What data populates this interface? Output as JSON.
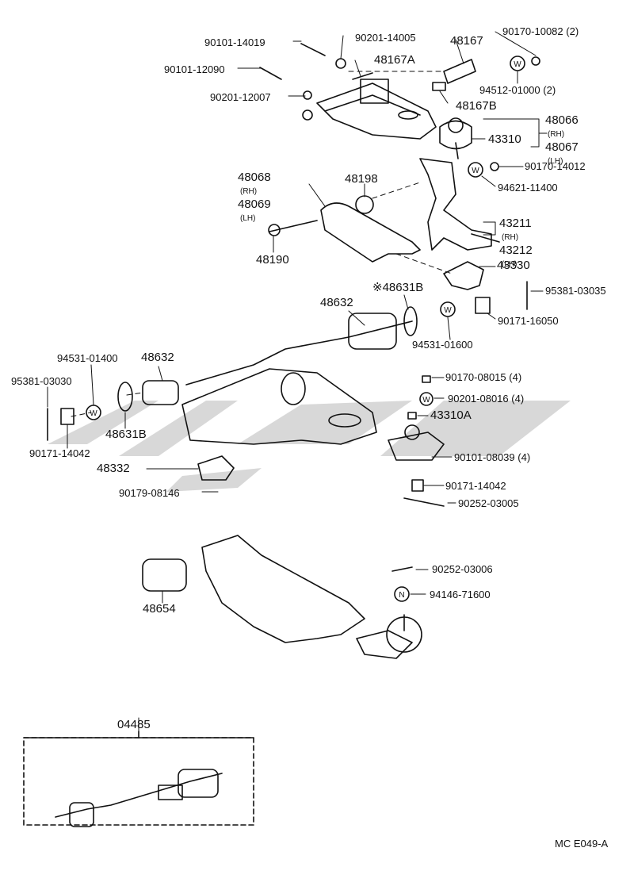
{
  "diagram": {
    "labels": {
      "p90101_14019": "90101-14019",
      "p90201_14005": "90201-14005",
      "p48167": "48167",
      "p90170_10082": "90170-10082",
      "q2a": "(2)",
      "p90101_12090": "90101-12090",
      "p48167A": "48167A",
      "p94512_01000": "94512-01000",
      "q2b": "(2)",
      "p90201_12007": "90201-12007",
      "p48167B": "48167B",
      "p48066": "48066",
      "p48067": "48067",
      "p43310": "43310",
      "rh": "(RH)",
      "lh": "(LH)",
      "p48068": "48068",
      "p48069": "48069",
      "p48198": "48198",
      "p90170_14012": "90170-14012",
      "p94621_11400": "94621-11400",
      "p43211": "43211",
      "p43212": "43212",
      "p48190": "48190",
      "p43330": "43330",
      "p48631B_top": "※48631B",
      "p95381_03035": "95381-03035",
      "p48632_top": "48632",
      "p90171_16050": "90171-16050",
      "p94531_01600": "94531-01600",
      "p94531_01400": "94531-01400",
      "p48632_left": "48632",
      "p95381_03030": "95381-03030",
      "p90170_08015": "90170-08015",
      "q4a": "(4)",
      "p90201_08016": "90201-08016",
      "q4b": "(4)",
      "p43310A": "43310A",
      "p48631B_left": "48631B",
      "p90171_14042_left": "90171-14042",
      "p90101_08039": "90101-08039",
      "q4c": "(4)",
      "p48332": "48332",
      "p90171_14042_right": "90171-14042",
      "p90179_08146": "90179-08146",
      "p90252_03005": "90252-03005",
      "p90252_03006": "90252-03006",
      "p94146_71600": "94146-71600",
      "p48654": "48654",
      "p04485": "04485"
    },
    "washer_marks": {
      "w": "W",
      "n": "N"
    },
    "figure_code": "MC E049-A"
  }
}
